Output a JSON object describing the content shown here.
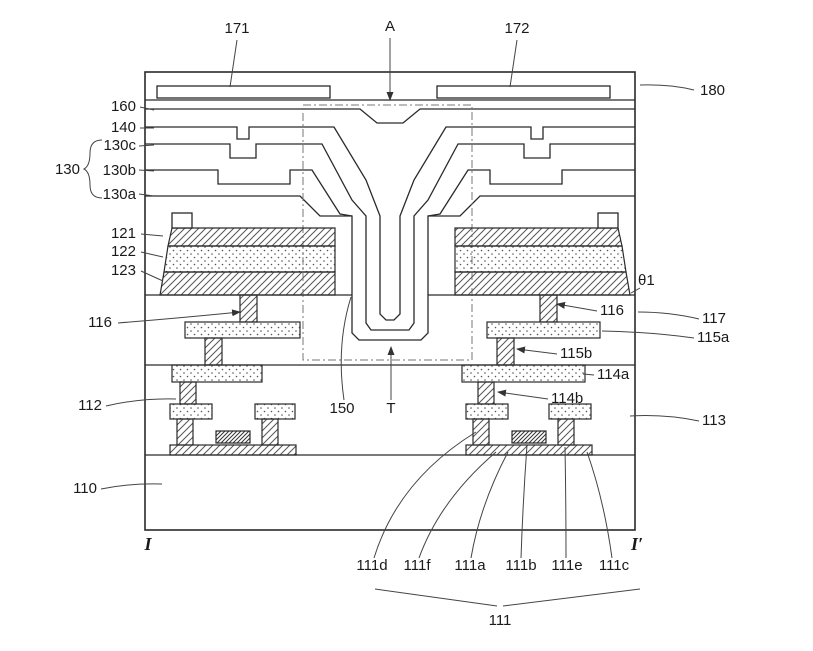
{
  "figure": {
    "colors": {
      "ink": "#1a1a1a",
      "background": "#ffffff"
    },
    "labels": {
      "t171": "171",
      "tA": "A",
      "t172": "172",
      "t180": "180",
      "t160": "160",
      "t140": "140",
      "t130c": "130c",
      "t130b": "130b",
      "t130a": "130a",
      "t130": "130",
      "t121": "121",
      "t122": "122",
      "t123": "123",
      "t116_left": "116",
      "t116_right": "116",
      "t117": "117",
      "t115a": "115a",
      "t115b": "115b",
      "t114a": "114a",
      "t114b": "114b",
      "t150": "150",
      "tT": "T",
      "t112": "112",
      "t113": "113",
      "t110": "110",
      "theta1": "θ1",
      "tI": "I",
      "tIprime": "I′",
      "t111d": "111d",
      "t111f": "111f",
      "t111a": "111a",
      "t111b": "111b",
      "t111e": "111e",
      "t111c": "111c",
      "t111": "111"
    }
  }
}
